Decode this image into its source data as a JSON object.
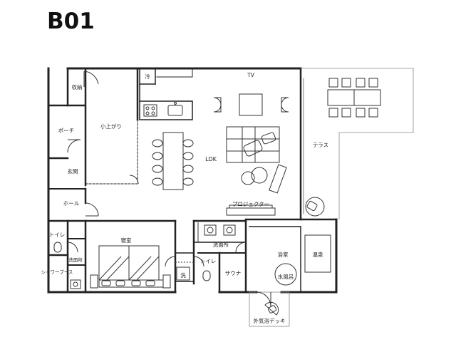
{
  "title": "B01",
  "rooms": {
    "storage": "収納",
    "porch": "ポーチ",
    "loft": "小上がり",
    "entrance": "玄関",
    "hall": "ホール",
    "toilet_west": "トイレ",
    "washroom_west": "洗面所",
    "shower_booth": "シャワーブース",
    "bedroom": "寝室",
    "wash_small": "洗",
    "toilet_center": "トイレ",
    "washroom_center": "洗面所",
    "sauna": "サウナ",
    "bathroom": "浴室",
    "hot_spring": "温泉",
    "cold_bath": "水風呂",
    "outdoor_deck": "外気浴デッキ",
    "fridge": "冷",
    "tv": "TV",
    "ldk": "LDK",
    "projector": "プロジェクター",
    "terrace": "テラス"
  },
  "colors": {
    "wall": "#222222",
    "furniture": "#333333",
    "background": "#ffffff"
  }
}
